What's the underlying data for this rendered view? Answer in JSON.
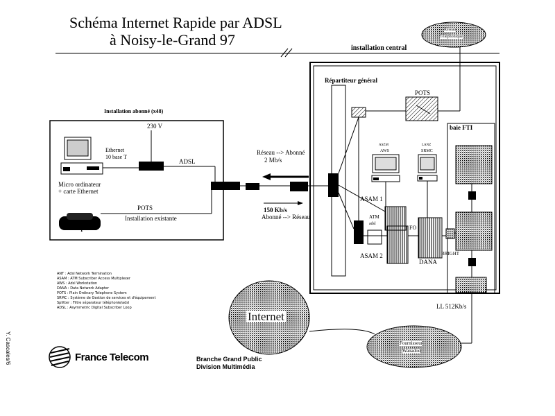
{
  "title": {
    "line1": "Schéma Internet Rapide par ADSL",
    "line2": "à Noisy-le-Grand 97"
  },
  "labels": {
    "installation_central": "installation central",
    "repartiteur": "Répartiteur général",
    "installation_abonne": "Installation abonné (x48)",
    "v230": "230 V",
    "ethernet": "Ethernet",
    "tenbase": "10 base T",
    "adsl": "ADSL",
    "micro_line1": "Micro ordinateur",
    "micro_line2": "+ carte Ethernet",
    "pots_left": "POTS",
    "installation_existante": "Installation existante",
    "telephone": "Téléphone",
    "reseau_abonne": "Réseau --> Abonné",
    "mbps2": "2 Mb/s",
    "kbps150": "150 Kb/s",
    "abonne_reseau": "Abonné --> Réseau",
    "pots_right": "POTS",
    "baie_fti": "baie FTI",
    "awsm": "ASZM",
    "aws": "AWS",
    "srmc_top": "LANZ",
    "srmc": "SRMC",
    "asam1": "ASAM 1",
    "atm": "ATM",
    "adsl_small": "adsl",
    "asam2": "ASAM 2",
    "fo": "FO",
    "dana": "DANA",
    "bright": "BRIGHT",
    "ll": "LL 512Kb/s",
    "internet": "Internet",
    "cloud_top_line1": "Réseau",
    "cloud_top_line2": "Téléphonique",
    "cloud_bottom_line1": "Fournisseur",
    "cloud_bottom_line2": "Wanadoo"
  },
  "legend": [
    "ANT : Adsl Network Termination",
    "ASAM : ATM Subscriber Access Multiplexer",
    "AWS : Adsl Workstation",
    "DANA : Data Network Adapter",
    "POTS : Plain Ordinary Telephone System",
    "SRMC : Système de Gestion de services et d'équipement",
    "Splitter : Filtre séparateur téléphonie/adsl",
    "ADSL : Asymmetric Digital Subscriber Loop"
  ],
  "branding": {
    "company": "France Telecom",
    "branch_line1": "Branche Grand Public",
    "branch_line2": "Division Multimédia",
    "side_note": "Y. Cascales/6"
  }
}
